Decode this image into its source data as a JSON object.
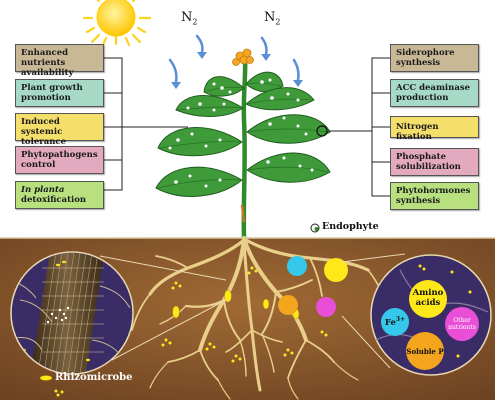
{
  "left_boxes": [
    {
      "line1": "Enhanced nutrients",
      "line2": "availability",
      "italic": "",
      "color": "#c9b896"
    },
    {
      "line1": "Plant growth",
      "line2": "promotion",
      "italic": "",
      "color": "#a7d9c7"
    },
    {
      "line1": "Induced systemic",
      "line2": "tolerance",
      "italic": "",
      "color": "#f4df6b"
    },
    {
      "line1": "Phytopathogens",
      "line2": "control",
      "italic": "",
      "color": "#e3a9bf"
    },
    {
      "line1": "",
      "line2": "detoxification",
      "italic": "In planta",
      "color": "#b8e07f"
    }
  ],
  "right_boxes": [
    {
      "line1": "Siderophore",
      "line2": "synthesis",
      "color": "#c9b896"
    },
    {
      "line1": "ACC deaminase",
      "line2": "production",
      "color": "#a7d9c7"
    },
    {
      "line1": "Nitrogen fixation",
      "line2": "",
      "color": "#f4df6b"
    },
    {
      "line1": "Phosphate",
      "line2": "solubilization",
      "color": "#e3a9bf"
    },
    {
      "line1": "Phytohormones",
      "line2": "synthesis",
      "color": "#b8e07f"
    }
  ],
  "n2_label": "N",
  "n2_sub": "2",
  "endophyte_label": "Endophyte",
  "rhizomicrobe_label": "Rhizomicrobe",
  "nutrients": {
    "amino": "Amino\nacids",
    "fe": "Fe",
    "fe_sup": "3+",
    "other": "Other\nnutrients",
    "soluble_p": "Soluble P"
  },
  "colors": {
    "soil": "#8a5a2e",
    "leaf": "#3f9b3a",
    "root": "#e9cf8a",
    "sun": "#ffd21a",
    "lens": "#3a2c66",
    "yellow_node": "#ffe81a",
    "cyan_node": "#35c8ea",
    "magenta_node": "#e84fd6",
    "orange_node": "#f3a51e"
  }
}
